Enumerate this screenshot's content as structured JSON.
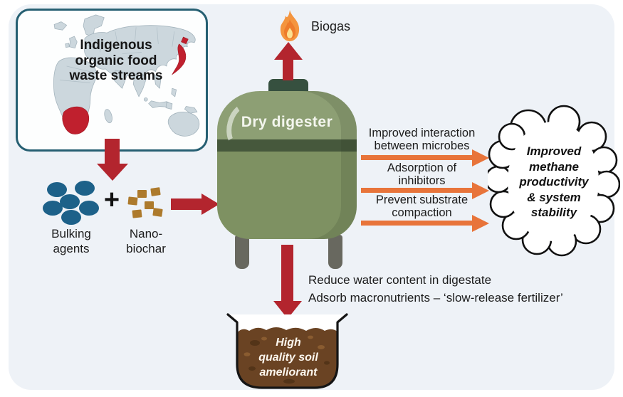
{
  "map": {
    "label_lines": [
      "Indigenous",
      "organic food",
      "waste streams"
    ],
    "highlighted_regions": [
      "South Africa",
      "Japan"
    ]
  },
  "inputs": {
    "plus_sign": "+",
    "bulking_agents": {
      "label_lines": [
        "Bulking",
        "agents"
      ]
    },
    "nano_biochar": {
      "label_lines": [
        "Nano-",
        "biochar"
      ]
    }
  },
  "digester": {
    "label": "Dry digester"
  },
  "biogas": {
    "label": "Biogas"
  },
  "benefits": [
    {
      "line1": "Improved interaction",
      "line2": "between microbes"
    },
    {
      "line1": "Adsorption of",
      "line2": "inhibitors"
    },
    {
      "line1": "Prevent substrate",
      "line2": "compaction"
    }
  ],
  "outcome": {
    "label_lines": [
      "Improved",
      "methane",
      "productivity",
      "& system",
      "stability"
    ]
  },
  "digestate_notes": {
    "line1": "Reduce water content in digestate",
    "line2": "Adsorb macronutrients – ‘slow-release fertilizer’"
  },
  "soil_output": {
    "label_lines": [
      "High",
      "quality soil",
      "ameliorant"
    ]
  },
  "colors": {
    "panel_bg": "#eef2f7",
    "red_arrow": "#b3252e",
    "orange_arrow": "#e8743a",
    "map_border": "#265f72",
    "map_land": "#ccd7dd",
    "map_highlight": "#c0202e",
    "bulking_agent_blue": "#1d6189",
    "biochar_brown": "#ad7a2c",
    "digester_dome": "#8d9f74",
    "digester_band": "#46583c",
    "digester_body": "#7e9162",
    "digester_cap": "#36503f",
    "leg_gray": "#68685f",
    "flame_orange": "#f4953f",
    "soil_brown": "#6a4323"
  }
}
